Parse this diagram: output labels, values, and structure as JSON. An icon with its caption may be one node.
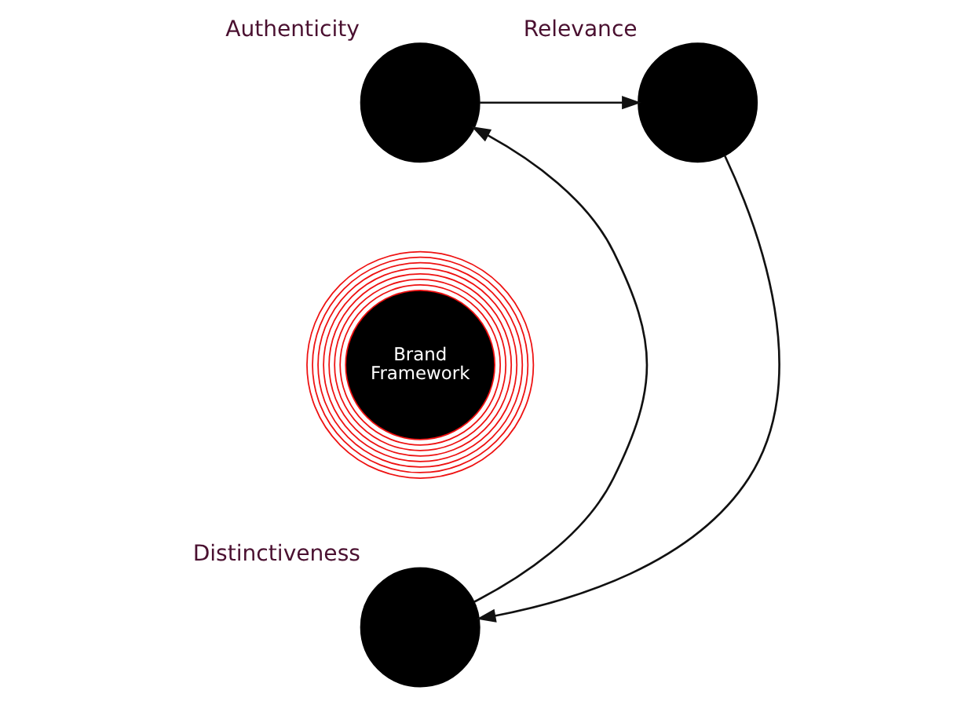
{
  "diagram": {
    "nodes": [
      {
        "text": [
          "Authenticity"
        ]
      },
      {
        "text": [
          "Relevance"
        ]
      },
      {
        "text": [
          "Brand Framework"
        ]
      },
      {
        "text": [
          "Distinctiveness"
        ]
      }
    ],
    "edges": [
      {
        "from": 0,
        "to": 1,
        "arrow": "to"
      },
      {
        "from": 1,
        "to": 3,
        "arrow": "to"
      },
      {
        "from": 3,
        "to": 0,
        "arrow": "to"
      }
    ]
  }
}
